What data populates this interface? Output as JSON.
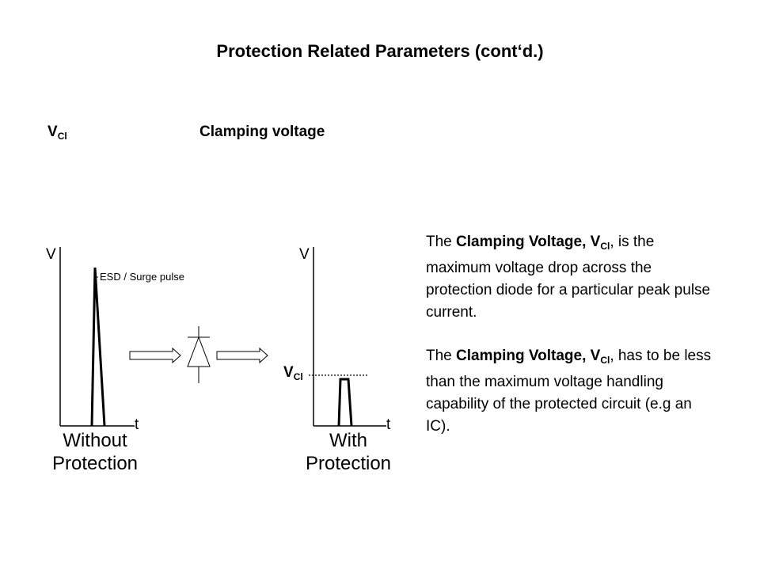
{
  "title": "Protection Related Parameters (cont‘d.)",
  "symbol": {
    "main": "V",
    "sub": "Cl"
  },
  "symbol_description": "Clamping voltage",
  "diagram": {
    "left": {
      "y_axis": "V",
      "x_axis": "t",
      "pulse_label": "ESD / Surge pulse",
      "caption_line1": "Without",
      "caption_line2": "Protection"
    },
    "right": {
      "y_axis": "V",
      "x_axis": "t",
      "level_main": "V",
      "level_sub": "Cl",
      "caption_line1": "With",
      "caption_line2": "Protection"
    }
  },
  "paragraphs": [
    {
      "pre": "The ",
      "bold": "Clamping Voltage, V",
      "bold_sub": "Cl",
      "post": ", is the maximum voltage drop across the protection diode for a particular peak pulse current."
    },
    {
      "pre": "The ",
      "bold": "Clamping Voltage, V",
      "bold_sub": "Cl",
      "post": ", has to be less than the maximum voltage handling capability of the protected circuit (e.g an IC)."
    }
  ]
}
